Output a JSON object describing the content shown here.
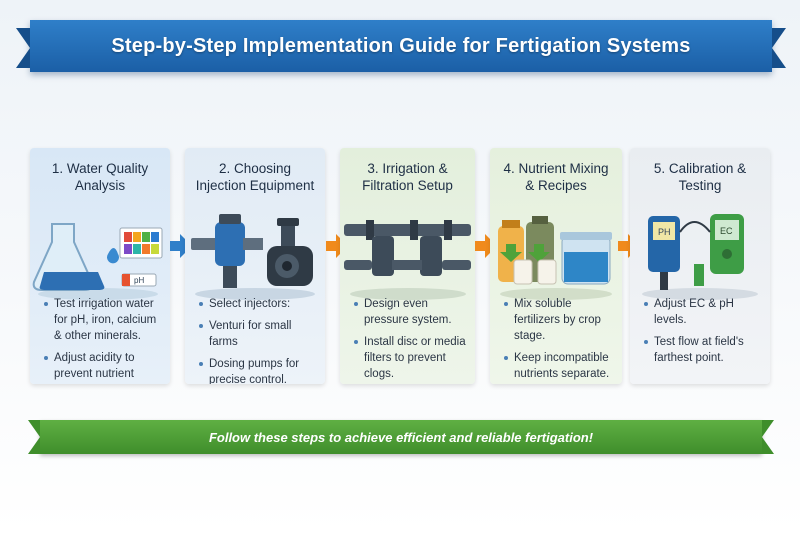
{
  "title": "Step-by-Step Implementation Guide for Fertigation Systems",
  "colors": {
    "banner": "#2373bd",
    "arrow": "#f08a1c",
    "footer": "#4e9f36"
  },
  "steps": [
    {
      "heading": "1. Water Quality Analysis",
      "icon": "water-test-flask-icon",
      "art_label": "pH",
      "bullets": [
        "Test irrigation water for pH, iron, calcium & other minerals.",
        "Adjust acidity to prevent nutrient issues."
      ]
    },
    {
      "heading": "2. Choosing Injection Equipment",
      "icon": "injector-pump-icon",
      "bullets": [
        "Select injectors:",
        "Venturi for small farms",
        "Dosing pumps for precise control."
      ]
    },
    {
      "heading": "3. Irrigation & Filtration Setup",
      "icon": "pipe-filter-icon",
      "bullets": [
        "Design even pressure system.",
        "Install disc or media filters to prevent clogs."
      ]
    },
    {
      "heading": "4. Nutrient Mixing & Recipes",
      "icon": "fertilizer-containers-icon",
      "bullets": [
        "Mix soluble fertilizers by crop stage.",
        "Keep incompatible nutrients separate."
      ]
    },
    {
      "heading": "5. Calibration & Testing",
      "icon": "ec-ph-meter-icon",
      "meter_labels": [
        "PH",
        "EC"
      ],
      "bullets": [
        "Adjust EC & pH levels.",
        "Test flow at field's farthest point."
      ]
    }
  ],
  "footer": "Follow these steps to achieve efficient and reliable fertigation!"
}
